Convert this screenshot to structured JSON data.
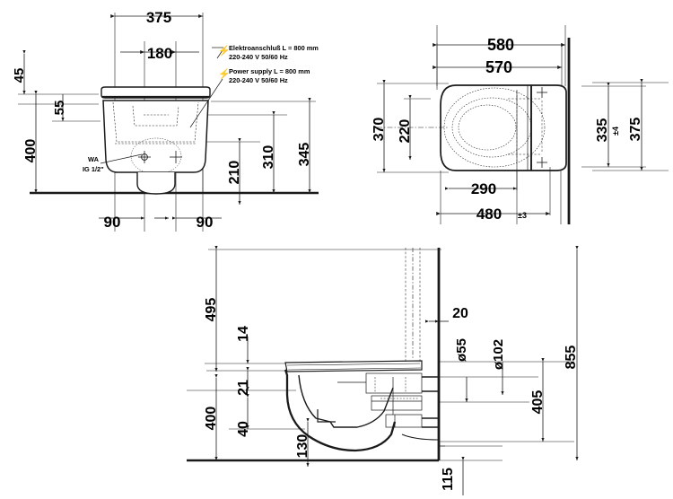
{
  "drawing": {
    "title": "Wall-mounted shower toilet dimensional drawing",
    "units": "mm",
    "line_color": "#1a1a1a",
    "background": "#ffffff"
  },
  "notes": {
    "electrical_de_line1": "Elektroanschluß L = 800 mm",
    "electrical_de_line2": "220-240 V  50/60 Hz",
    "electrical_en_line1": "Power supply L = 800 mm",
    "electrical_en_line2": "220-240 V  50/60 Hz",
    "water_connection_line1": "WA",
    "water_connection_line2": "IG 1/2\""
  },
  "views": {
    "front": {
      "name": "front-elevation",
      "dimensions": {
        "overall_width": "375",
        "fixing_centres_width": "180",
        "seat_top_offset": "45",
        "seat_thickness": "55",
        "floor_to_body": "400",
        "depth_a": "210",
        "depth_b": "310",
        "depth_c": "345",
        "fixing_left": "90",
        "fixing_right": "90"
      }
    },
    "plan": {
      "name": "plan-view",
      "dimensions": {
        "overall_depth": "580",
        "body_depth": "570",
        "width_outer": "370",
        "width_inner": "220",
        "fixing_spread": "335",
        "fixing_spread_tolerance": "±4",
        "outer_width_right": "375",
        "bowl_length": "290",
        "seat_length": "480",
        "seat_length_tolerance": "±3"
      }
    },
    "section": {
      "name": "side-section",
      "dimensions": {
        "wall_height_to_top": "495",
        "seat_top_thickness": "14",
        "rim_offset": "21",
        "bowl_offset": "40",
        "floor_to_rim": "400",
        "bowl_bottom": "130",
        "wall_thickness": "20",
        "waste_small_dia": "ø55",
        "waste_large_dia": "ø102",
        "waste_height": "405",
        "total_height": "855",
        "below_floor": "115"
      }
    }
  }
}
